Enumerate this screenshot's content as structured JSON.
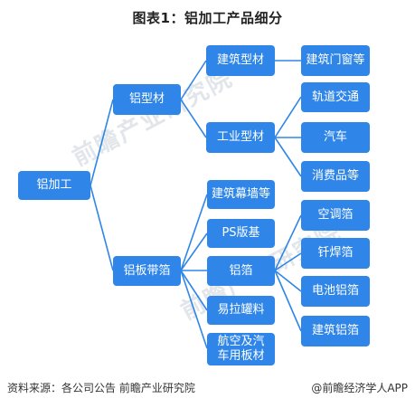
{
  "title": "图表1：铝加工产品细分",
  "nodes": {
    "root": "铝加工",
    "profile": "铝型材",
    "building_profile": "建筑型材",
    "industrial_profile": "工业型材",
    "building_doors_windows": "建筑门窗等",
    "rail_transit": "轨道交通",
    "automobile": "汽车",
    "consumer_goods": "消费品等",
    "strip_foil": "铝板带箔",
    "curtain_wall": "建筑幕墙等",
    "ps_plate": "PS版基",
    "foil": "铝箔",
    "can_stock": "易拉罐料",
    "aero_auto_sheet": "航空及汽车用板材",
    "ac_foil": "空调箔",
    "brazing_foil": "钎焊箔",
    "battery_foil": "电池铝箔",
    "building_foil": "建筑铝箔"
  },
  "watermark": "前瞻产业研究院",
  "footer": {
    "source": "资料来源：各公司公告 前瞻产业研究院",
    "brand": "@前瞻经济学人APP"
  },
  "colors": {
    "node": "#2f86e8",
    "connector": "#2f86e8",
    "title": "#222222"
  }
}
